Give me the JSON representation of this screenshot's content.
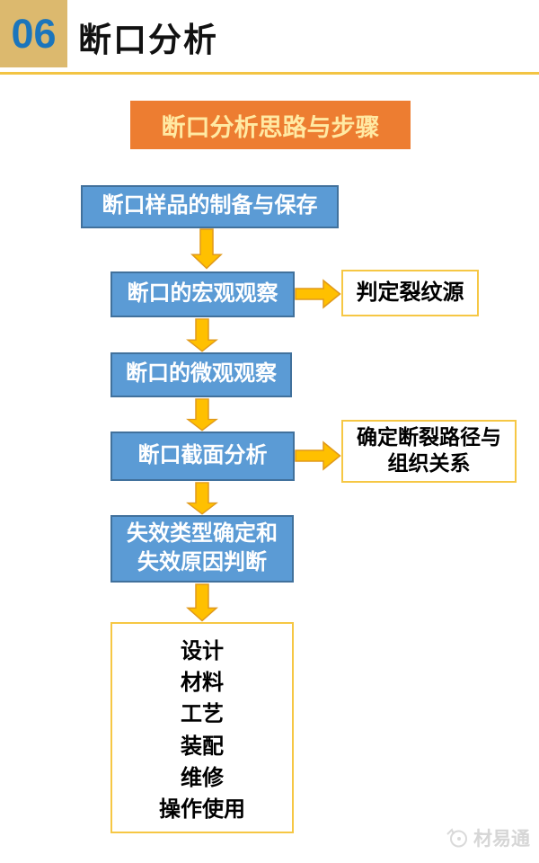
{
  "header": {
    "number": "06",
    "title": "断口分析"
  },
  "banner": {
    "label": "断口分析思路与步骤"
  },
  "flow": {
    "steps": [
      {
        "label": "断口样品的制备与保存"
      },
      {
        "label": "断口的宏观观察"
      },
      {
        "label": "断口的微观观察"
      },
      {
        "label": "断口截面分析"
      },
      {
        "line1": "失效类型确定和",
        "line2": "失效原因判断"
      }
    ],
    "notes": [
      {
        "label": "判定裂纹源"
      },
      {
        "line1": "确定断裂路径与",
        "line2": "组织关系"
      }
    ],
    "outcomes": [
      "设计",
      "材料",
      "工艺",
      "装配",
      "维修",
      "操作使用"
    ]
  },
  "watermark": {
    "label": "材易通",
    "icon": "brand-logo-icon"
  },
  "colors": {
    "step_fill": "#5B9BD5",
    "step_border": "#41719C",
    "arrow_fill": "#FFC000",
    "arrow_border": "#E0991B",
    "banner_fill": "#ED7D31",
    "banner_text": "#FFE9A3",
    "note_border": "#F6C744",
    "header_tab_fill": "#DCB96E",
    "header_number": "#1B75BC",
    "divider": "#F3C443",
    "watermark_text": "#D6D6D6"
  }
}
